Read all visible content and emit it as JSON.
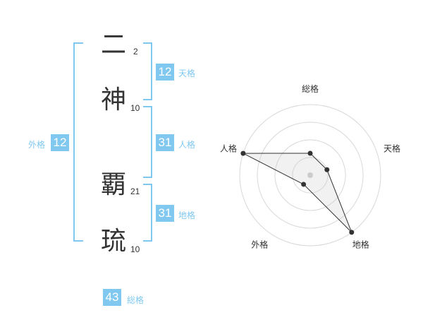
{
  "name_chars": [
    {
      "char": "二",
      "strokes": "2"
    },
    {
      "char": "神",
      "strokes": "10"
    },
    {
      "char": "覇",
      "strokes": "21"
    },
    {
      "char": "琉",
      "strokes": "10"
    }
  ],
  "fortunes": {
    "tenkaku": {
      "value": "12",
      "label": "天格"
    },
    "jinkaku": {
      "value": "31",
      "label": "人格"
    },
    "chikaku": {
      "value": "31",
      "label": "地格"
    },
    "gaikaku": {
      "value": "12",
      "label": "外格"
    },
    "soukaku": {
      "value": "43",
      "label": "総格"
    }
  },
  "accent_color": "#80c8f0",
  "chart_data": {
    "type": "radar",
    "axes": [
      "総格",
      "天格",
      "地格",
      "外格",
      "人格"
    ],
    "values": [
      0.31,
      0.25,
      1.0,
      0.16,
      1.0
    ],
    "rings": 4
  }
}
